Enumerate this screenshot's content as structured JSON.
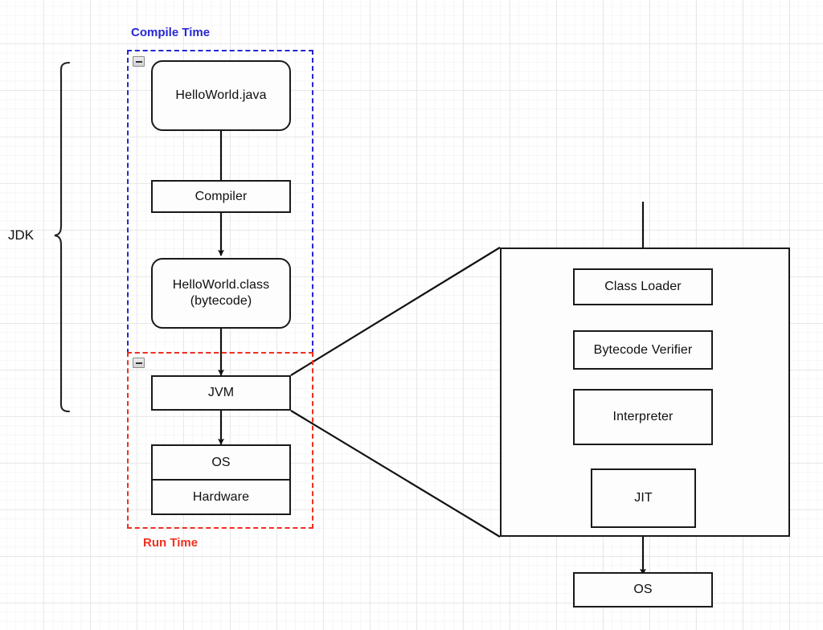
{
  "diagram": {
    "title_hidden": "",
    "colors": {
      "compile_time": "#2727d4",
      "run_time": "#f03020",
      "stroke": "#1a1a1a",
      "node_fill": "#fdfdfd",
      "grid_minor": "#f6f6f6",
      "grid_major": "#e8e8e8"
    },
    "groups": {
      "compile_time": {
        "label": "Compile Time",
        "collapse_icon": "minus-box-icon"
      },
      "run_time": {
        "label": "Run Time",
        "collapse_icon": "minus-box-icon"
      }
    },
    "brace": {
      "label": "JDK"
    },
    "left_column": {
      "nodes": [
        {
          "id": "hello-world-java",
          "label": "HelloWorld.java",
          "shape": "rounded"
        },
        {
          "id": "compiler",
          "label": "Compiler",
          "shape": "rect"
        },
        {
          "id": "hello-world-class",
          "label": "HelloWorld.class\n(bytecode)",
          "line1": "HelloWorld.class",
          "line2": "(bytecode)",
          "shape": "rounded"
        },
        {
          "id": "jvm",
          "label": "JVM",
          "shape": "rect"
        },
        {
          "id": "os",
          "label": "OS",
          "shape": "rect"
        },
        {
          "id": "hardware",
          "label": "Hardware",
          "shape": "rect"
        }
      ]
    },
    "jvm_panel": {
      "nodes": [
        {
          "id": "class-loader",
          "label": "Class Loader"
        },
        {
          "id": "bytecode-verifier",
          "label": "Bytecode Verifier"
        },
        {
          "id": "interpreter",
          "label": "Interpreter"
        },
        {
          "id": "jit",
          "label": "JIT"
        }
      ],
      "external": [
        {
          "id": "panel-os",
          "label": "OS"
        }
      ]
    },
    "edges": [
      {
        "from": "hello-world-java",
        "to": "compiler",
        "arrow": false
      },
      {
        "from": "compiler",
        "to": "hello-world-class",
        "arrow": true
      },
      {
        "from": "hello-world-class",
        "to": "jvm",
        "arrow": true
      },
      {
        "from": "jvm",
        "to": "os",
        "arrow": true
      },
      {
        "from": "jvm",
        "to": "jvm-panel",
        "arrow": false,
        "style": "expansion-callout"
      },
      {
        "from": "entry",
        "to": "class-loader",
        "arrow": true
      },
      {
        "from": "class-loader",
        "to": "bytecode-verifier",
        "arrow": true
      },
      {
        "from": "bytecode-verifier",
        "to": "interpreter",
        "arrow": true
      },
      {
        "from": "interpreter",
        "to": "jit",
        "arrow": true
      },
      {
        "from": "jit",
        "to": "panel-os",
        "arrow": true
      }
    ]
  }
}
